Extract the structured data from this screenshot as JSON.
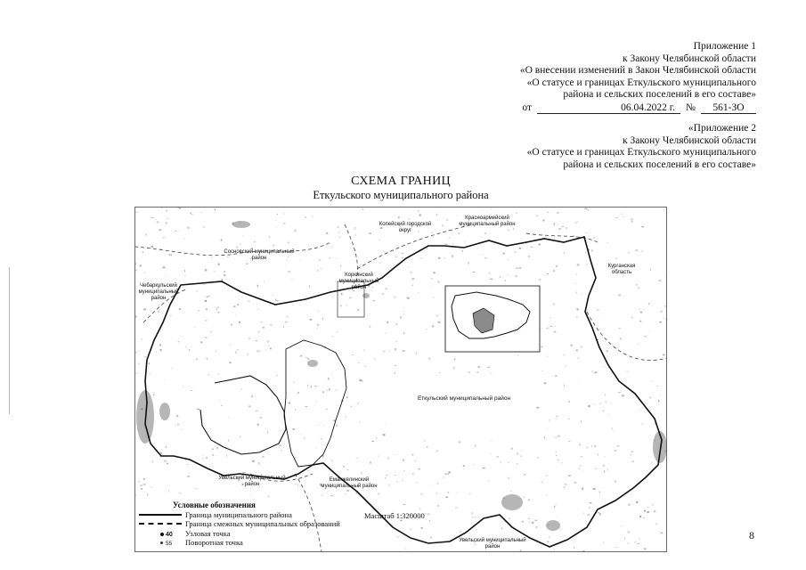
{
  "header": {
    "lines": [
      "Приложение 1",
      "к Закону Челябинской области",
      "«О внесении изменений в Закон Челябинской области",
      "«О статусе и границах Еткульского муниципального",
      "района и сельских поселений в его составе»"
    ],
    "date_prefix": "от",
    "date_value": "06.04.2022 г.",
    "number_prefix": "№",
    "number_value": "561-ЗО"
  },
  "header2": {
    "lines": [
      "«Приложение 2",
      "к Закону Челябинской области",
      "«О статусе и границах Еткульского муниципального",
      "района и сельских поселений в его составе»"
    ]
  },
  "title": {
    "main": "СХЕМА ГРАНИЦ",
    "sub": "Еткульского муниципального района"
  },
  "map": {
    "labels": {
      "kopeysk": "Копейский городской округ",
      "krasnoarmeysky": "Красноармейский муниципальный район",
      "sosnovsky": "Сосновский муниципальный район",
      "chebarkulsky": "Чебаркульский муниципальный район",
      "korkinsky": "Коркинский муниципальный район",
      "kurgan": "Курганская область",
      "etkulsky": "Еткульский муниципальный район",
      "uvelsky_west": "Увельский муниципальный район",
      "emanzhelinsky": "Еманжелинский муниципальный район",
      "uvelsky_south": "Увельский муниципальный район"
    },
    "colors": {
      "boundary": "#111111",
      "texture": "#9a9a9a",
      "water": "#7a7a7a"
    }
  },
  "legend": {
    "title": "Условные обозначения",
    "items": [
      {
        "label": "Граница муниципального района"
      },
      {
        "label": "Граница смежных муниципальных образований"
      },
      {
        "symbol": "40",
        "label": "Узловая точка"
      },
      {
        "symbol": "55",
        "label": "Поворотная точка"
      }
    ]
  },
  "scale": "Масштаб 1:320000",
  "page_number": "8"
}
